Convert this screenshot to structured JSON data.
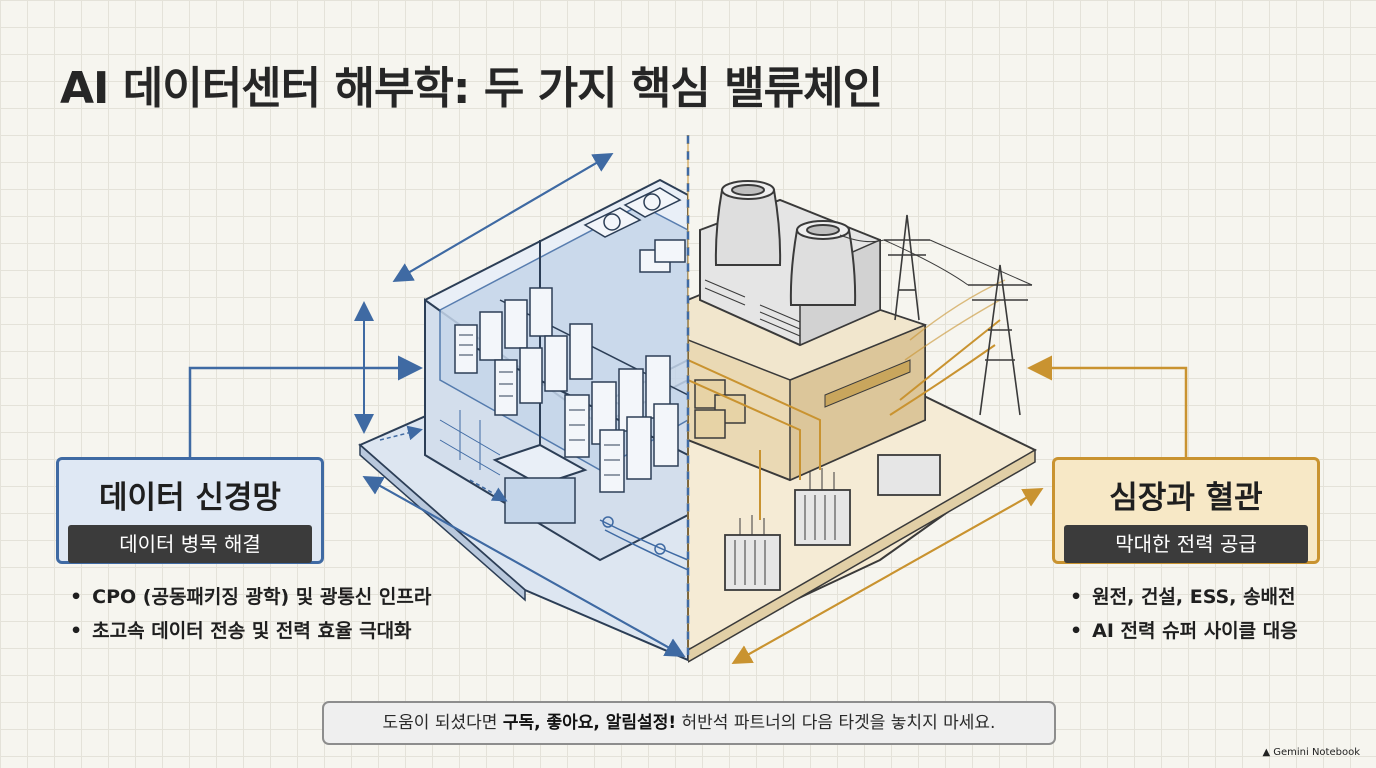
{
  "title": "AI 데이터센터 해부학: 두 가지 핵심 밸류체인",
  "left": {
    "heading": "데이터 신경망",
    "subheading": "데이터 병목 해결",
    "bullets": [
      "CPO (공동패키징 광학) 및 광통신 인프라",
      "초고속 데이터 전송 및 전력 효율 극대화"
    ]
  },
  "right": {
    "heading": "심장과 혈관",
    "subheading": "막대한 전력 공급",
    "bullets": [
      "원전, 건설, ESS, 송배전",
      "AI 전력 슈퍼 사이클 대응"
    ]
  },
  "footer": {
    "part1": "도움이 되셨다면 ",
    "bold1": "구독, 좋아요, 알림설정!",
    "part2": " 허반석 파트너의 다음 타겟을 놓치지 마세요."
  },
  "brand": {
    "label": "Gemini Notebook",
    "icon": "notebook-logo-icon"
  },
  "colors": {
    "blue_accent": "#3f6aa3",
    "gold_accent": "#c99330",
    "dark_label": "#3b3b3b"
  }
}
